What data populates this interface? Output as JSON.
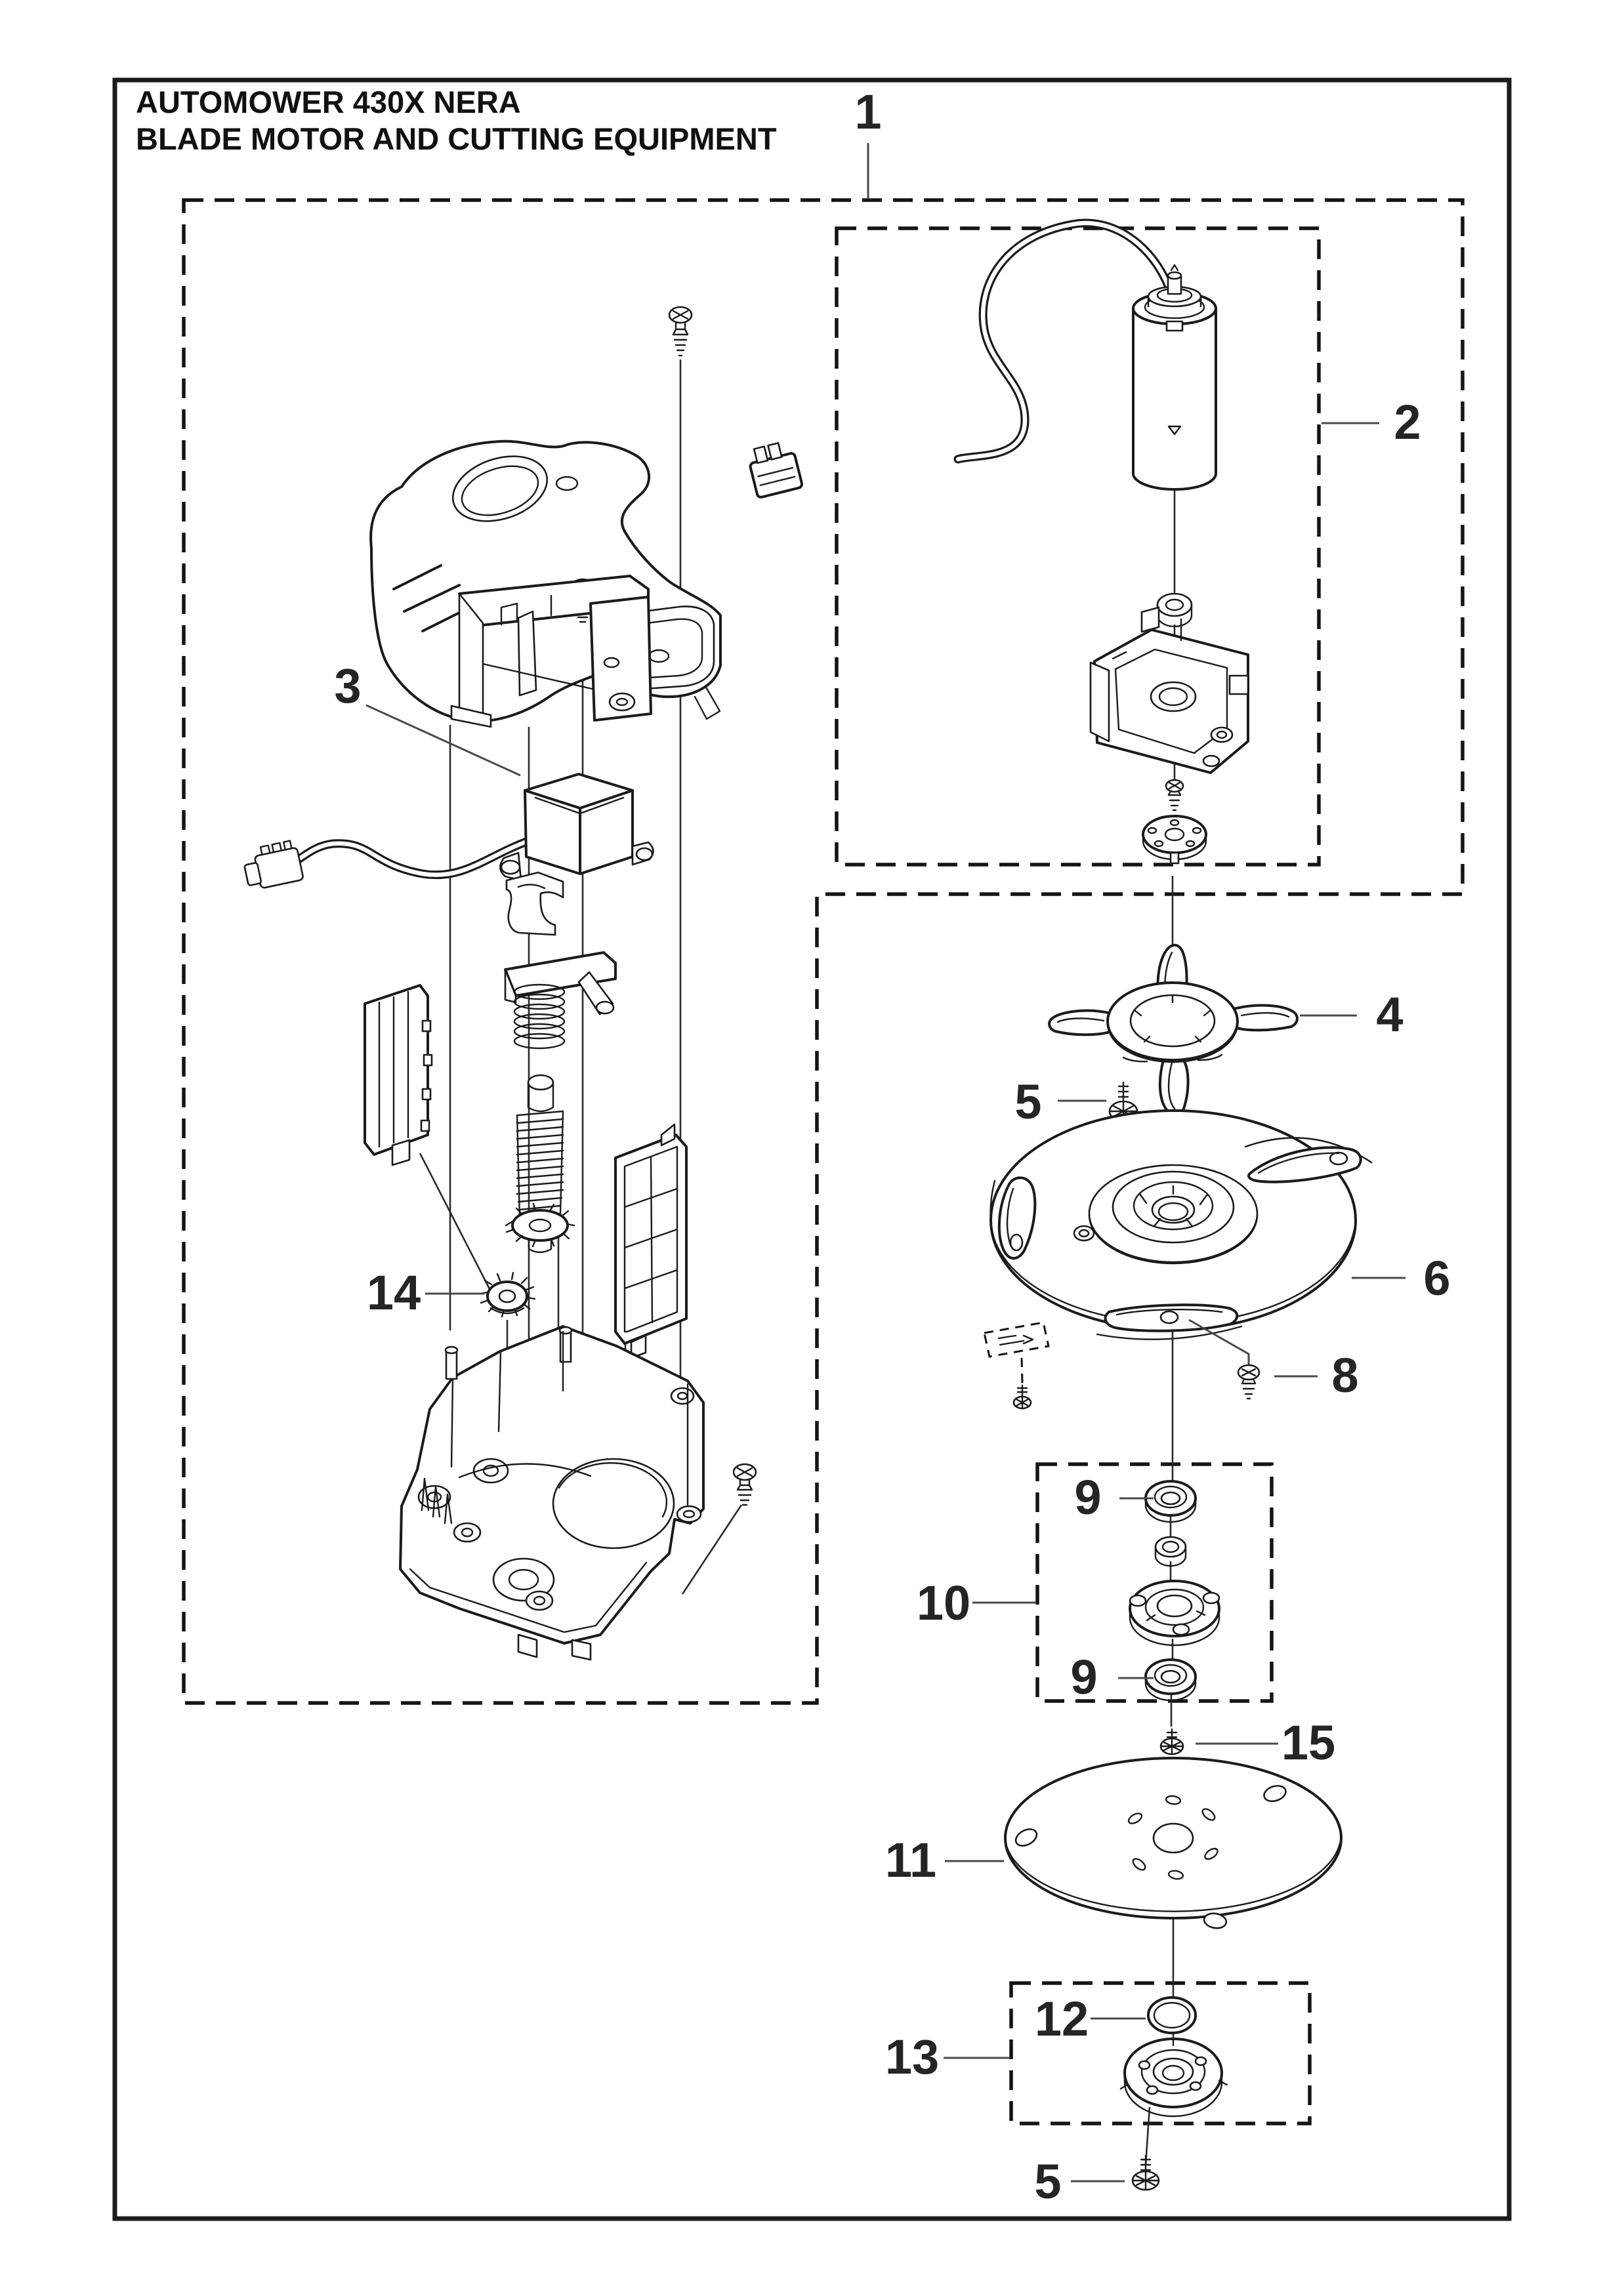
{
  "page": {
    "title_line1": "AUTOMOWER 430X NERA",
    "title_line2": "BLADE MOTOR AND CUTTING EQUIPMENT"
  },
  "colors": {
    "ink": "#1b1b1b",
    "leader": "#4a4a4a",
    "background": "#ffffff"
  },
  "callouts": [
    {
      "id": "1",
      "label": "1"
    },
    {
      "id": "2",
      "label": "2"
    },
    {
      "id": "3",
      "label": "3"
    },
    {
      "id": "4",
      "label": "4"
    },
    {
      "id": "5a",
      "label": "5"
    },
    {
      "id": "6",
      "label": "6"
    },
    {
      "id": "8",
      "label": "8"
    },
    {
      "id": "9a",
      "label": "9"
    },
    {
      "id": "10",
      "label": "10"
    },
    {
      "id": "9b",
      "label": "9"
    },
    {
      "id": "15",
      "label": "15"
    },
    {
      "id": "11",
      "label": "11"
    },
    {
      "id": "12",
      "label": "12"
    },
    {
      "id": "13",
      "label": "13"
    },
    {
      "id": "5b",
      "label": "5"
    },
    {
      "id": "14",
      "label": "14"
    }
  ]
}
